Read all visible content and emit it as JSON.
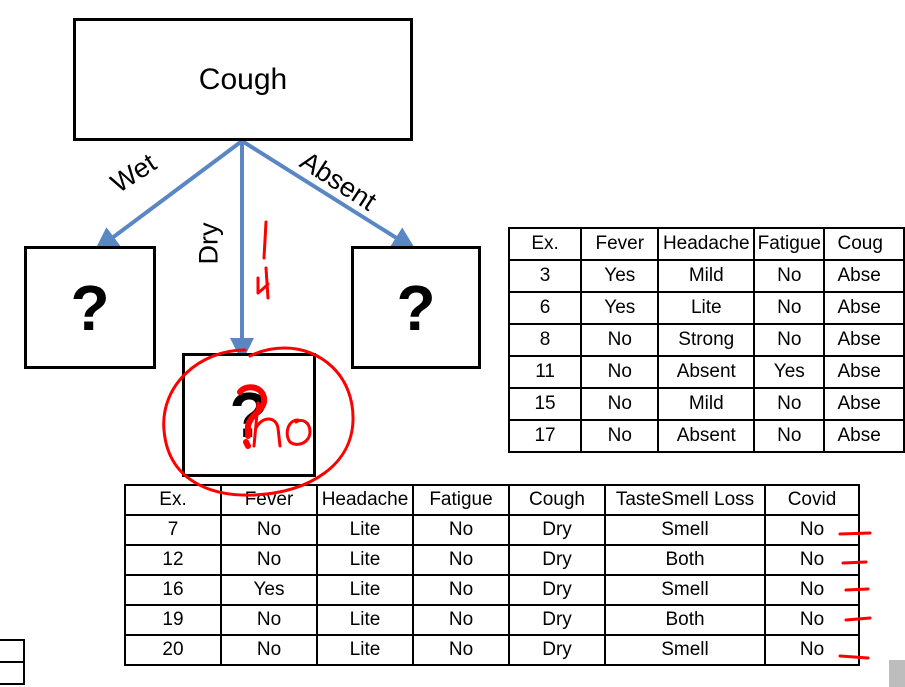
{
  "tree": {
    "root_label": "Cough",
    "edges": {
      "wet": "Wet",
      "dry": "Dry",
      "absent": "Absent"
    },
    "left_node": "?",
    "middle_node": "?",
    "right_node": "?"
  },
  "annotations": {
    "count": "4",
    "answer": "no"
  },
  "table_absent": {
    "headers": [
      "Ex.",
      "Fever",
      "Headache",
      "Fatigue",
      "Coug"
    ],
    "rows": [
      [
        "3",
        "Yes",
        "Mild",
        "No",
        "Abse"
      ],
      [
        "6",
        "Yes",
        "Lite",
        "No",
        "Abse"
      ],
      [
        "8",
        "No",
        "Strong",
        "No",
        "Abse"
      ],
      [
        "11",
        "No",
        "Absent",
        "Yes",
        "Abse"
      ],
      [
        "15",
        "No",
        "Mild",
        "No",
        "Abse"
      ],
      [
        "17",
        "No",
        "Absent",
        "No",
        "Abse"
      ]
    ]
  },
  "table_dry": {
    "headers": [
      "Ex.",
      "Fever",
      "Headache",
      "Fatigue",
      "Cough",
      "TasteSmell Loss",
      "Covid"
    ],
    "rows": [
      [
        "7",
        "No",
        "Lite",
        "No",
        "Dry",
        "Smell",
        "No"
      ],
      [
        "12",
        "No",
        "Lite",
        "No",
        "Dry",
        "Both",
        "No"
      ],
      [
        "16",
        "Yes",
        "Lite",
        "No",
        "Dry",
        "Smell",
        "No"
      ],
      [
        "19",
        "No",
        "Lite",
        "No",
        "Dry",
        "Both",
        "No"
      ],
      [
        "20",
        "No",
        "Lite",
        "No",
        "Dry",
        "Smell",
        "No"
      ]
    ]
  },
  "colors": {
    "edge": "#5a87c3",
    "ink": "#ff0000"
  }
}
